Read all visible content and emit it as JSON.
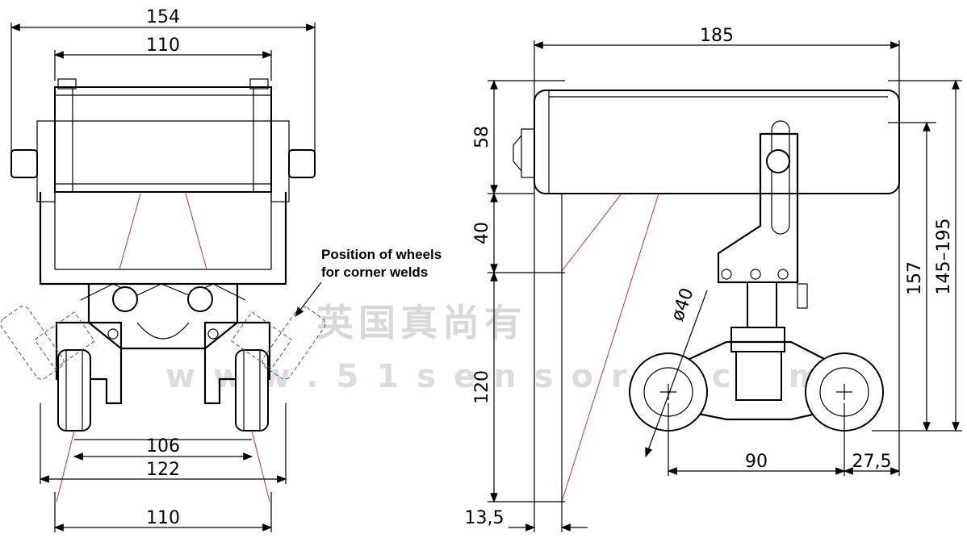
{
  "front_view": {
    "dim_overall_width": "154",
    "dim_top_width": "110",
    "dim_wheel_inner": "106",
    "dim_wheel_outer": "122",
    "dim_laser_spread": "110"
  },
  "note": {
    "line1": "Position of wheels",
    "line2": "for corner welds"
  },
  "side_view": {
    "dim_length": "185",
    "dim_head_height": "58",
    "dim_gap": "40",
    "dim_lower": "120",
    "dim_wheel_diameter": "ø40",
    "dim_wheel_spacing": "90",
    "dim_rear_offset": "27,5",
    "dim_total_height": "157",
    "dim_height_range": "145–195",
    "dim_laser_offset": "13,5"
  },
  "watermark": {
    "cn": "英国真尚有",
    "url": "www.51sensors.com"
  }
}
